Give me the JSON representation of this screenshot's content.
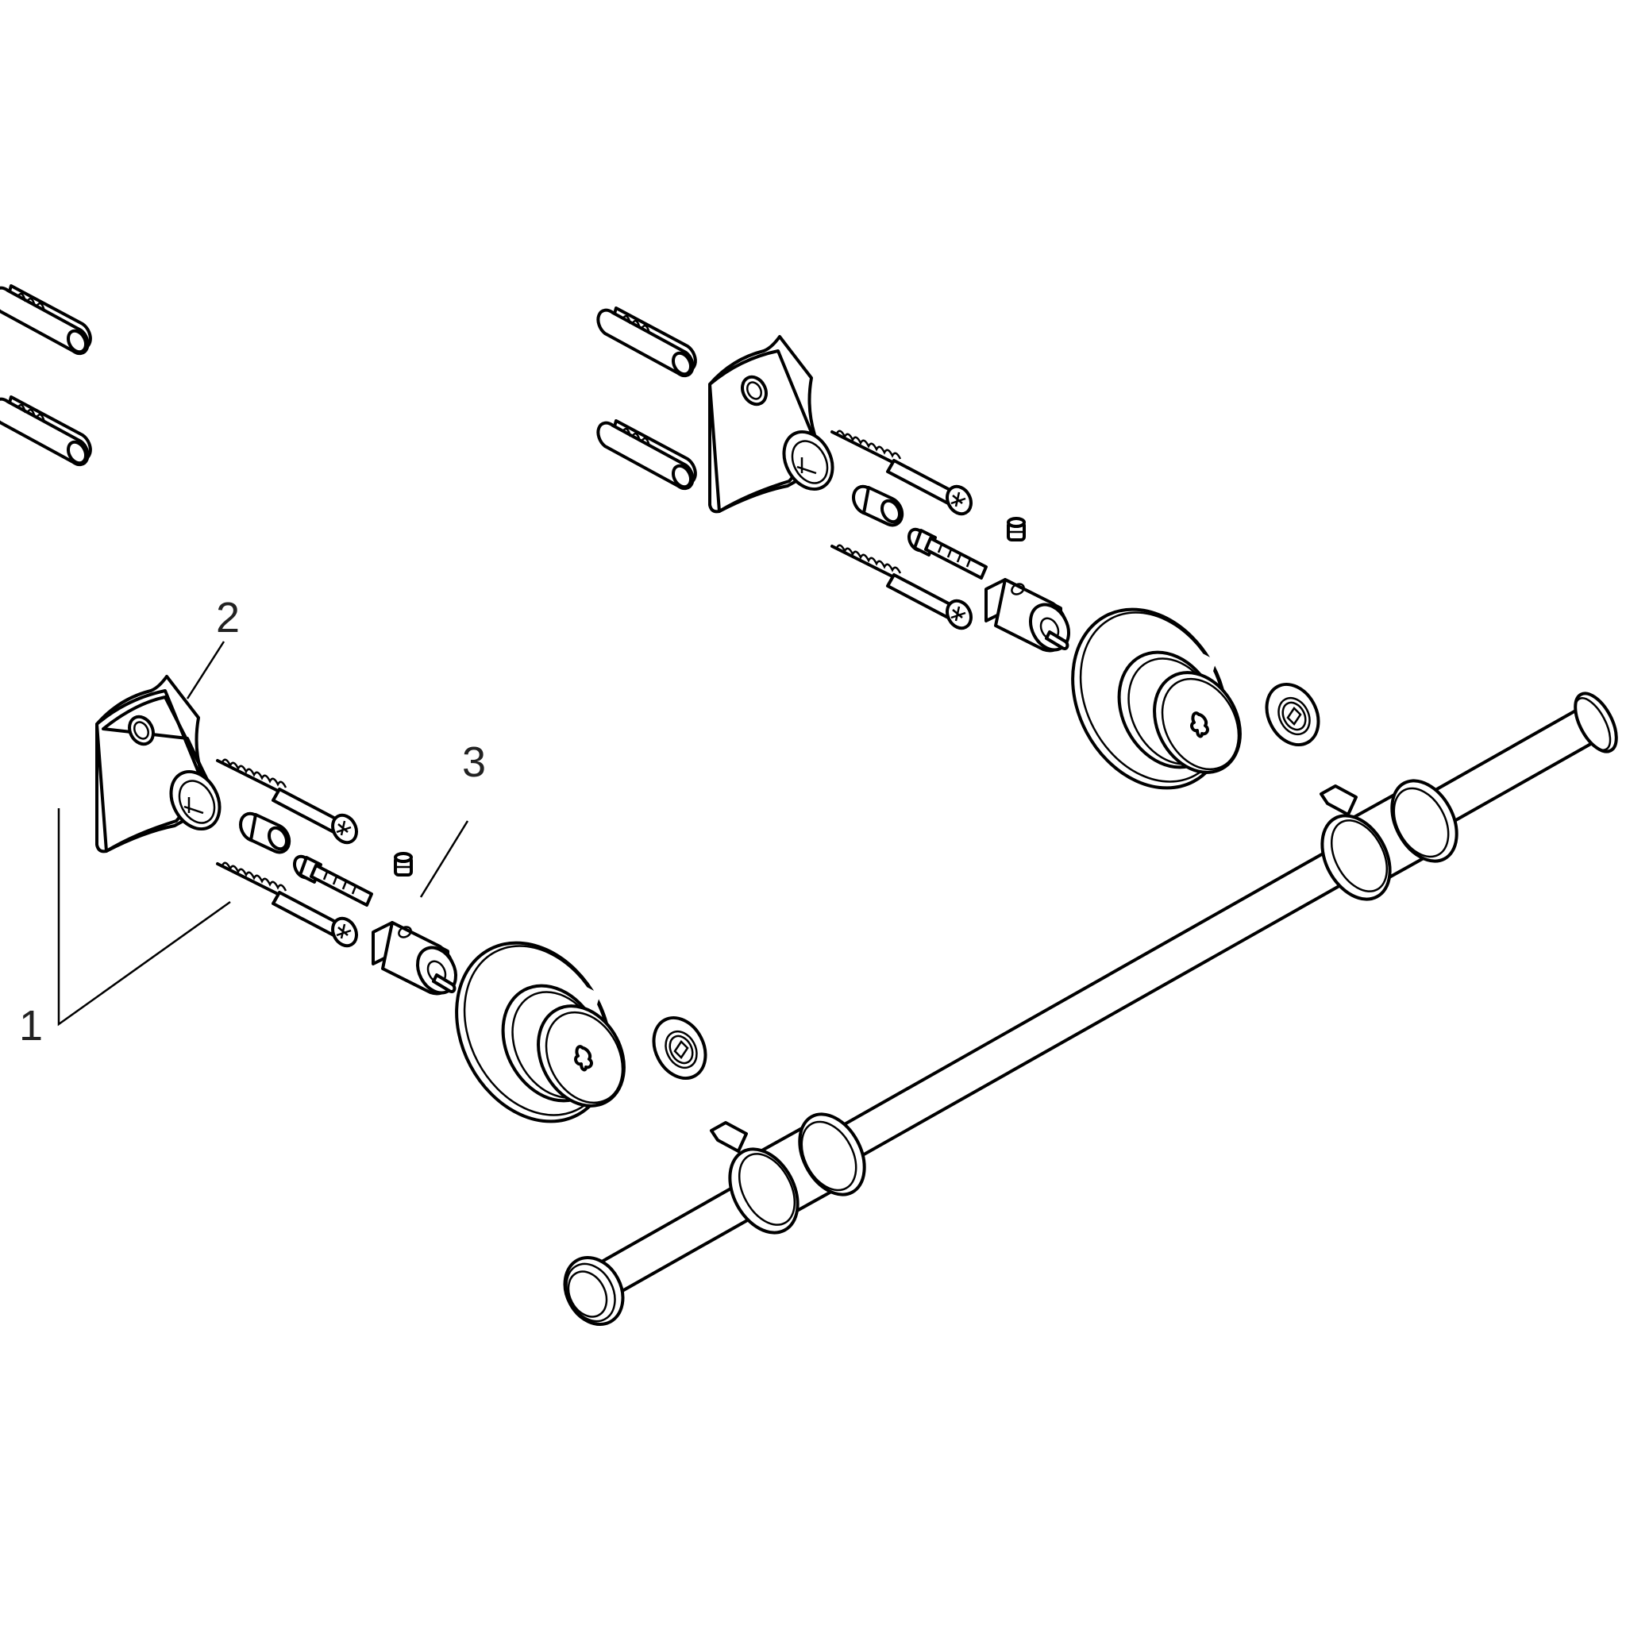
{
  "diagram": {
    "type": "exploded-assembly",
    "subject": "towel bar with two wall mounts",
    "background": "#ffffff",
    "line_color": "#000000"
  },
  "callouts": [
    {
      "id": "1",
      "label": "1",
      "points_to": "wall plugs and screws"
    },
    {
      "id": "2",
      "label": "2",
      "points_to": "wall bracket"
    },
    {
      "id": "3",
      "label": "3",
      "points_to": "set screw plug"
    }
  ]
}
